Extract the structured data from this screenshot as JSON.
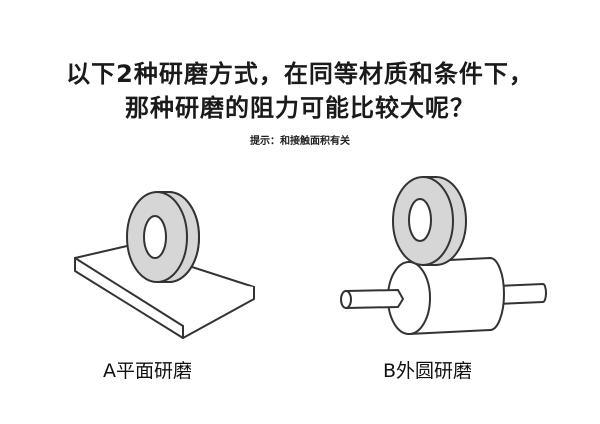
{
  "question": {
    "line1": "以下2种研磨方式，在同等材质和条件下，",
    "line2": "那种研磨的阻力可能比较大呢？"
  },
  "hint": "提示：和接触面积有关",
  "diagrams": [
    {
      "id": "A",
      "caption": "A平面研磨",
      "parts": [
        "grinding-wheel",
        "flat-plate"
      ]
    },
    {
      "id": "B",
      "caption": "B外圆研磨",
      "parts": [
        "grinding-wheel",
        "cylinder-workpiece",
        "shaft"
      ]
    }
  ],
  "colors": {
    "wheel_fill": "#d6d6d6",
    "stroke": "#333333",
    "background": "#ffffff"
  }
}
